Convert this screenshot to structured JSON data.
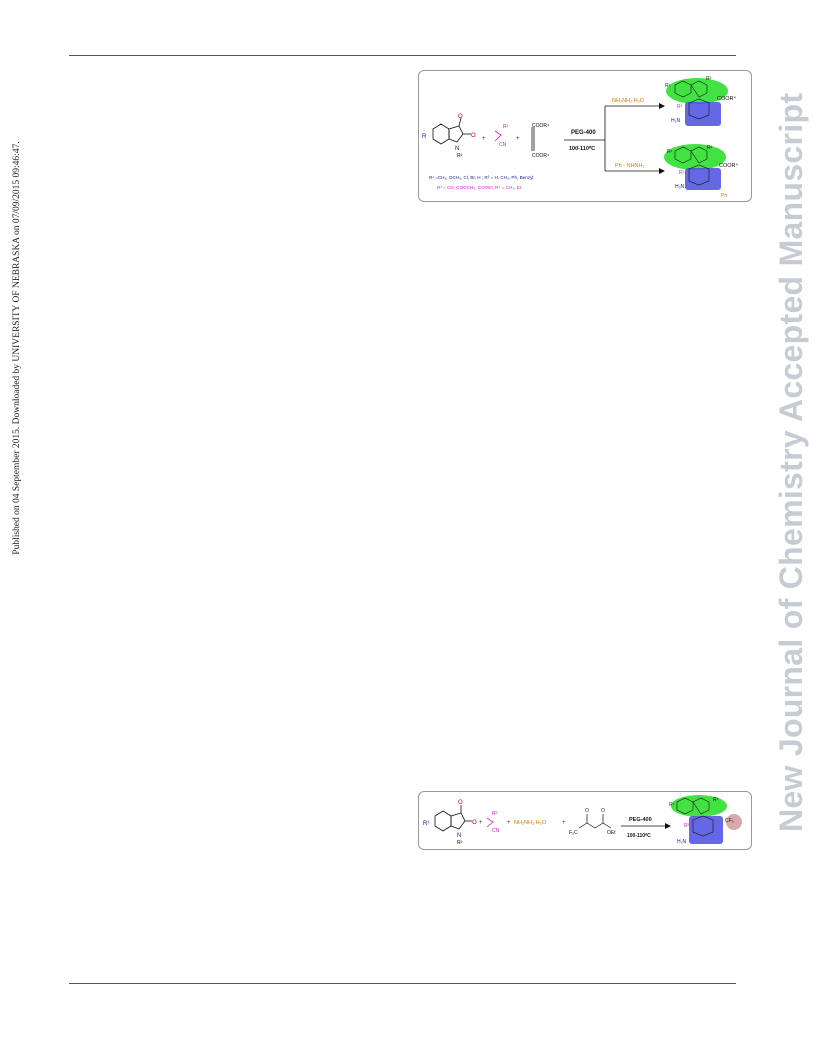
{
  "sidebar_left": "Published on 04 September 2015. Downloaded by UNIVERSITY OF NEBRASKA on 07/09/2015 09:46:47.",
  "watermark": "New Journal of Chemistry Accepted Manuscript",
  "scheme1": {
    "reagent1_r": "R",
    "reagent2_r3": "R³",
    "reagent2_cn": "CN",
    "reagent3_top": "COOR⁴",
    "reagent3_bottom": "COOR⁴",
    "plus": "+",
    "o_label": "O",
    "n_label": "N",
    "r2_label": "R²",
    "conditions_top": "PEG-400",
    "conditions_bottom": "100-110⁰C",
    "branch_top_reagent": "NH₂NH₂.H₂O",
    "branch_bottom_reagent": "Ph - NHNH₂",
    "product_top_r1": "R¹",
    "product_top_r2": "R²",
    "product_top_cooR": "COOR⁴",
    "product_top_r3": "R³",
    "product_top_h2n": "H₂N",
    "product_bottom_r1": "R¹",
    "product_bottom_r2": "R²",
    "product_bottom_cooR": "COOR⁴",
    "product_bottom_r3": "R³",
    "product_bottom_h2n": "H₂N",
    "product_bottom_ph": "Ph",
    "legend_line1": "R¹ =CH₃, OCH₃, Cl, Br, H ; R² = H, CH₃, Ph, Benzyl",
    "legend_line2": "R³ = CN, COOCH₃, COOEt; R⁴ = CH₃, Et"
  },
  "scheme2": {
    "reagent1_r": "R¹",
    "r2_label": "R²",
    "o_label": "O",
    "n_label": "N",
    "reagent2_r3": "R³",
    "reagent2_cn": "CN",
    "reagent3": "NH₂NH₂.H₂O",
    "reagent4_f3c": "F₃C",
    "reagent4_oet": "OEt",
    "plus": "+",
    "conditions_top": "PEG-400",
    "conditions_bottom": "100-110⁰C",
    "product_r1": "R¹",
    "product_r2": "R²",
    "product_cf3": "CF₃",
    "product_r3": "R³",
    "product_h2n": "H₂N"
  },
  "colors": {
    "rule": "#555555",
    "watermark": "#c6cbd4",
    "green_highlight": "#22dd22",
    "blue_highlight": "#4a4ee0",
    "magenta": "#d020d0",
    "orange": "#e07b00",
    "navy": "#1a1a8a"
  }
}
